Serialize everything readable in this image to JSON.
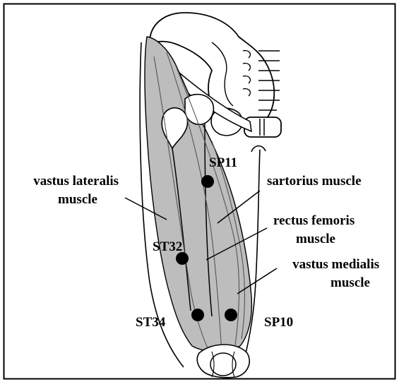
{
  "colors": {
    "muscle_fill": "#bdbdbd",
    "outline": "#000000",
    "point": "#000000",
    "background": "#ffffff"
  },
  "labels": {
    "vastus_lateralis_line1": "vastus lateralis",
    "vastus_lateralis_line2": "muscle",
    "sartorius": "sartorius muscle",
    "rectus_femoris_line1": "rectus femoris",
    "rectus_femoris_line2": "muscle",
    "vastus_medialis_line1": "vastus medialis",
    "vastus_medialis_line2": "muscle"
  },
  "points": {
    "sp11": "SP11",
    "st32": "ST32",
    "st34": "ST34",
    "sp10": "SP10"
  }
}
